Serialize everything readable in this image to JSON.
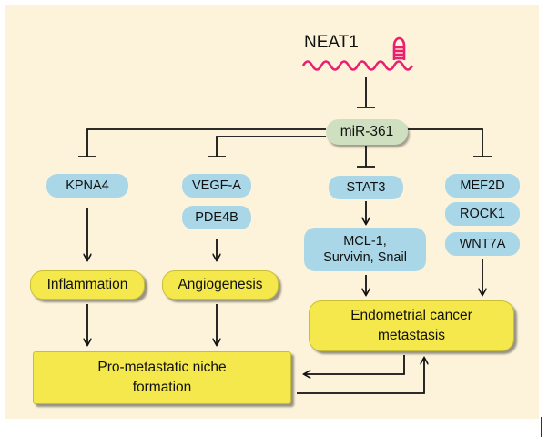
{
  "diagram": {
    "lncrna": {
      "label": "NEAT1",
      "icon": "rna-hairpin-icon"
    },
    "mirna": {
      "label": "miR-361"
    },
    "targets": {
      "kpna4": "KPNA4",
      "vegfa": "VEGF-A",
      "pde4b": "PDE4B",
      "stat3": "STAT3",
      "mef2d": "MEF2D",
      "rock1": "ROCK1",
      "wnt7a": "WNT7A",
      "stat3_effectors": "MCL-1,\nSurvivin, Snail"
    },
    "outcomes": {
      "inflammation": "Inflammation",
      "angiogenesis": "Angiogenesis",
      "niche": "Pro-metastatic niche\nformation",
      "metastasis": "Endometrial cancer\nmetastasis"
    }
  }
}
